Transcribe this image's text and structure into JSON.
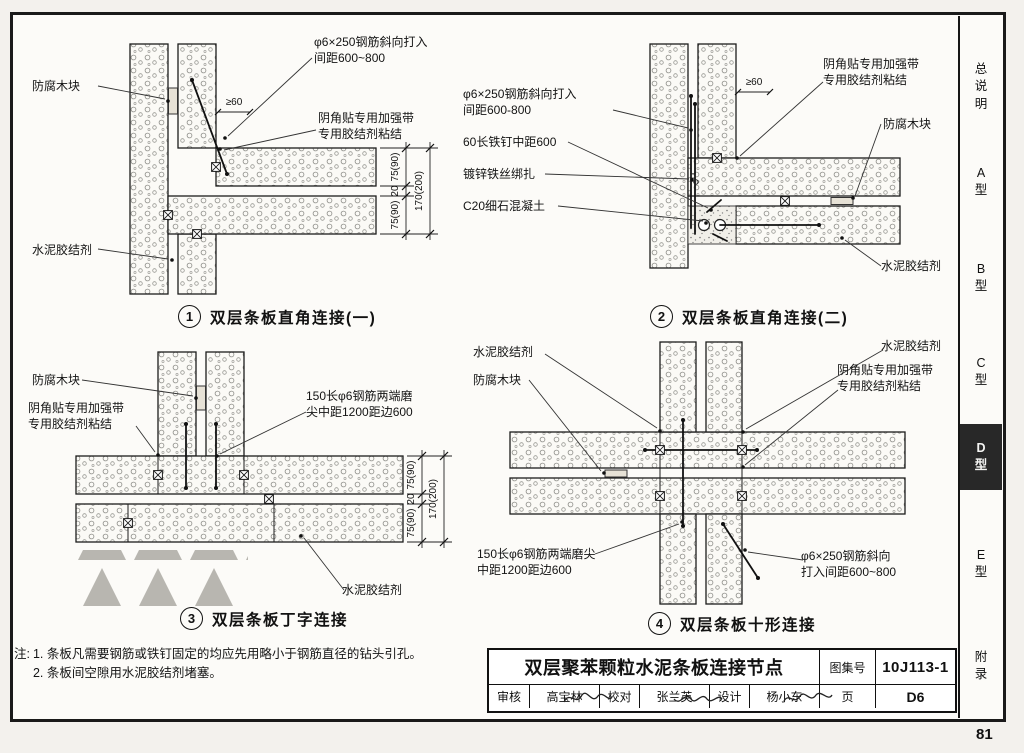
{
  "page": {
    "number": "81"
  },
  "sidebar": {
    "tabs": [
      {
        "label": "总说明"
      },
      {
        "label": "A型"
      },
      {
        "label": "B型"
      },
      {
        "label": "C型"
      },
      {
        "label": "D型"
      },
      {
        "label": "E型"
      },
      {
        "label": "附录"
      }
    ]
  },
  "figures": [
    {
      "number": "1",
      "caption": "双层条板直角连接(一)",
      "labels": {
        "wood": "防腐木块",
        "rebar1": "φ6×250钢筋斜向打入",
        "rebar2": "间距600~800",
        "clear": "≥60",
        "tape1": "阴角贴专用加强带",
        "tape2": "专用胶结剂粘结",
        "mortar": "水泥胶结剂"
      },
      "dims": {
        "seg1": "75(90)",
        "seg2": "20",
        "seg3": "75(90)",
        "overall": "170(200)"
      }
    },
    {
      "number": "2",
      "caption": "双层条板直角连接(二)",
      "labels": {
        "rebar1": "φ6×250钢筋斜向打入",
        "rebar2": "间距600-800",
        "nail": "60长铁钉中距600",
        "wire": "镀锌铁丝绑扎",
        "concrete": "C20细石混凝土",
        "tape1": "阴角贴专用加强带",
        "tape2": "专用胶结剂粘结",
        "wood": "防腐木块",
        "mortar": "水泥胶结剂",
        "clear": "≥60"
      }
    },
    {
      "number": "3",
      "caption": "双层条板丁字连接",
      "labels": {
        "wood": "防腐木块",
        "tape1": "阴角贴专用加强带",
        "tape2": "专用胶结剂粘结",
        "bar1": "150长φ6钢筋两端磨",
        "bar2": "尖中距1200距边600",
        "mortar": "水泥胶结剂"
      },
      "dims": {
        "seg1": "75(90)",
        "seg2": "20",
        "seg3": "75(90)",
        "overall": "170(200)"
      }
    },
    {
      "number": "4",
      "caption": "双层条板十形连接",
      "labels": {
        "mortar_left": "水泥胶结剂",
        "wood": "防腐木块",
        "mortar_right": "水泥胶结剂",
        "tape1": "阴角贴专用加强带",
        "tape2": "专用胶结剂粘结",
        "bar1": "150长φ6钢筋两端磨尖",
        "bar2": "中距1200距边600",
        "rebar1": "φ6×250钢筋斜向",
        "rebar2": "打入间距600~800"
      }
    }
  ],
  "notes": {
    "label": "注:",
    "items": [
      "1. 条板凡需要钢筋或铁钉固定的均应先用略小于钢筋直径的钻头引孔。",
      "2. 条板间空隙用水泥胶结剂堵塞。"
    ]
  },
  "titleblock": {
    "title": "双层聚苯颗粒水泥条板连接节点",
    "atlas_label": "图集号",
    "atlas_no": "10J113-1",
    "page_label": "页",
    "page_no": "D6",
    "audit_label": "审核",
    "audit_name": "高宝林",
    "proof_label": "校对",
    "proof_name": "张兰英",
    "design_label": "设计",
    "design_name": "杨小东"
  }
}
